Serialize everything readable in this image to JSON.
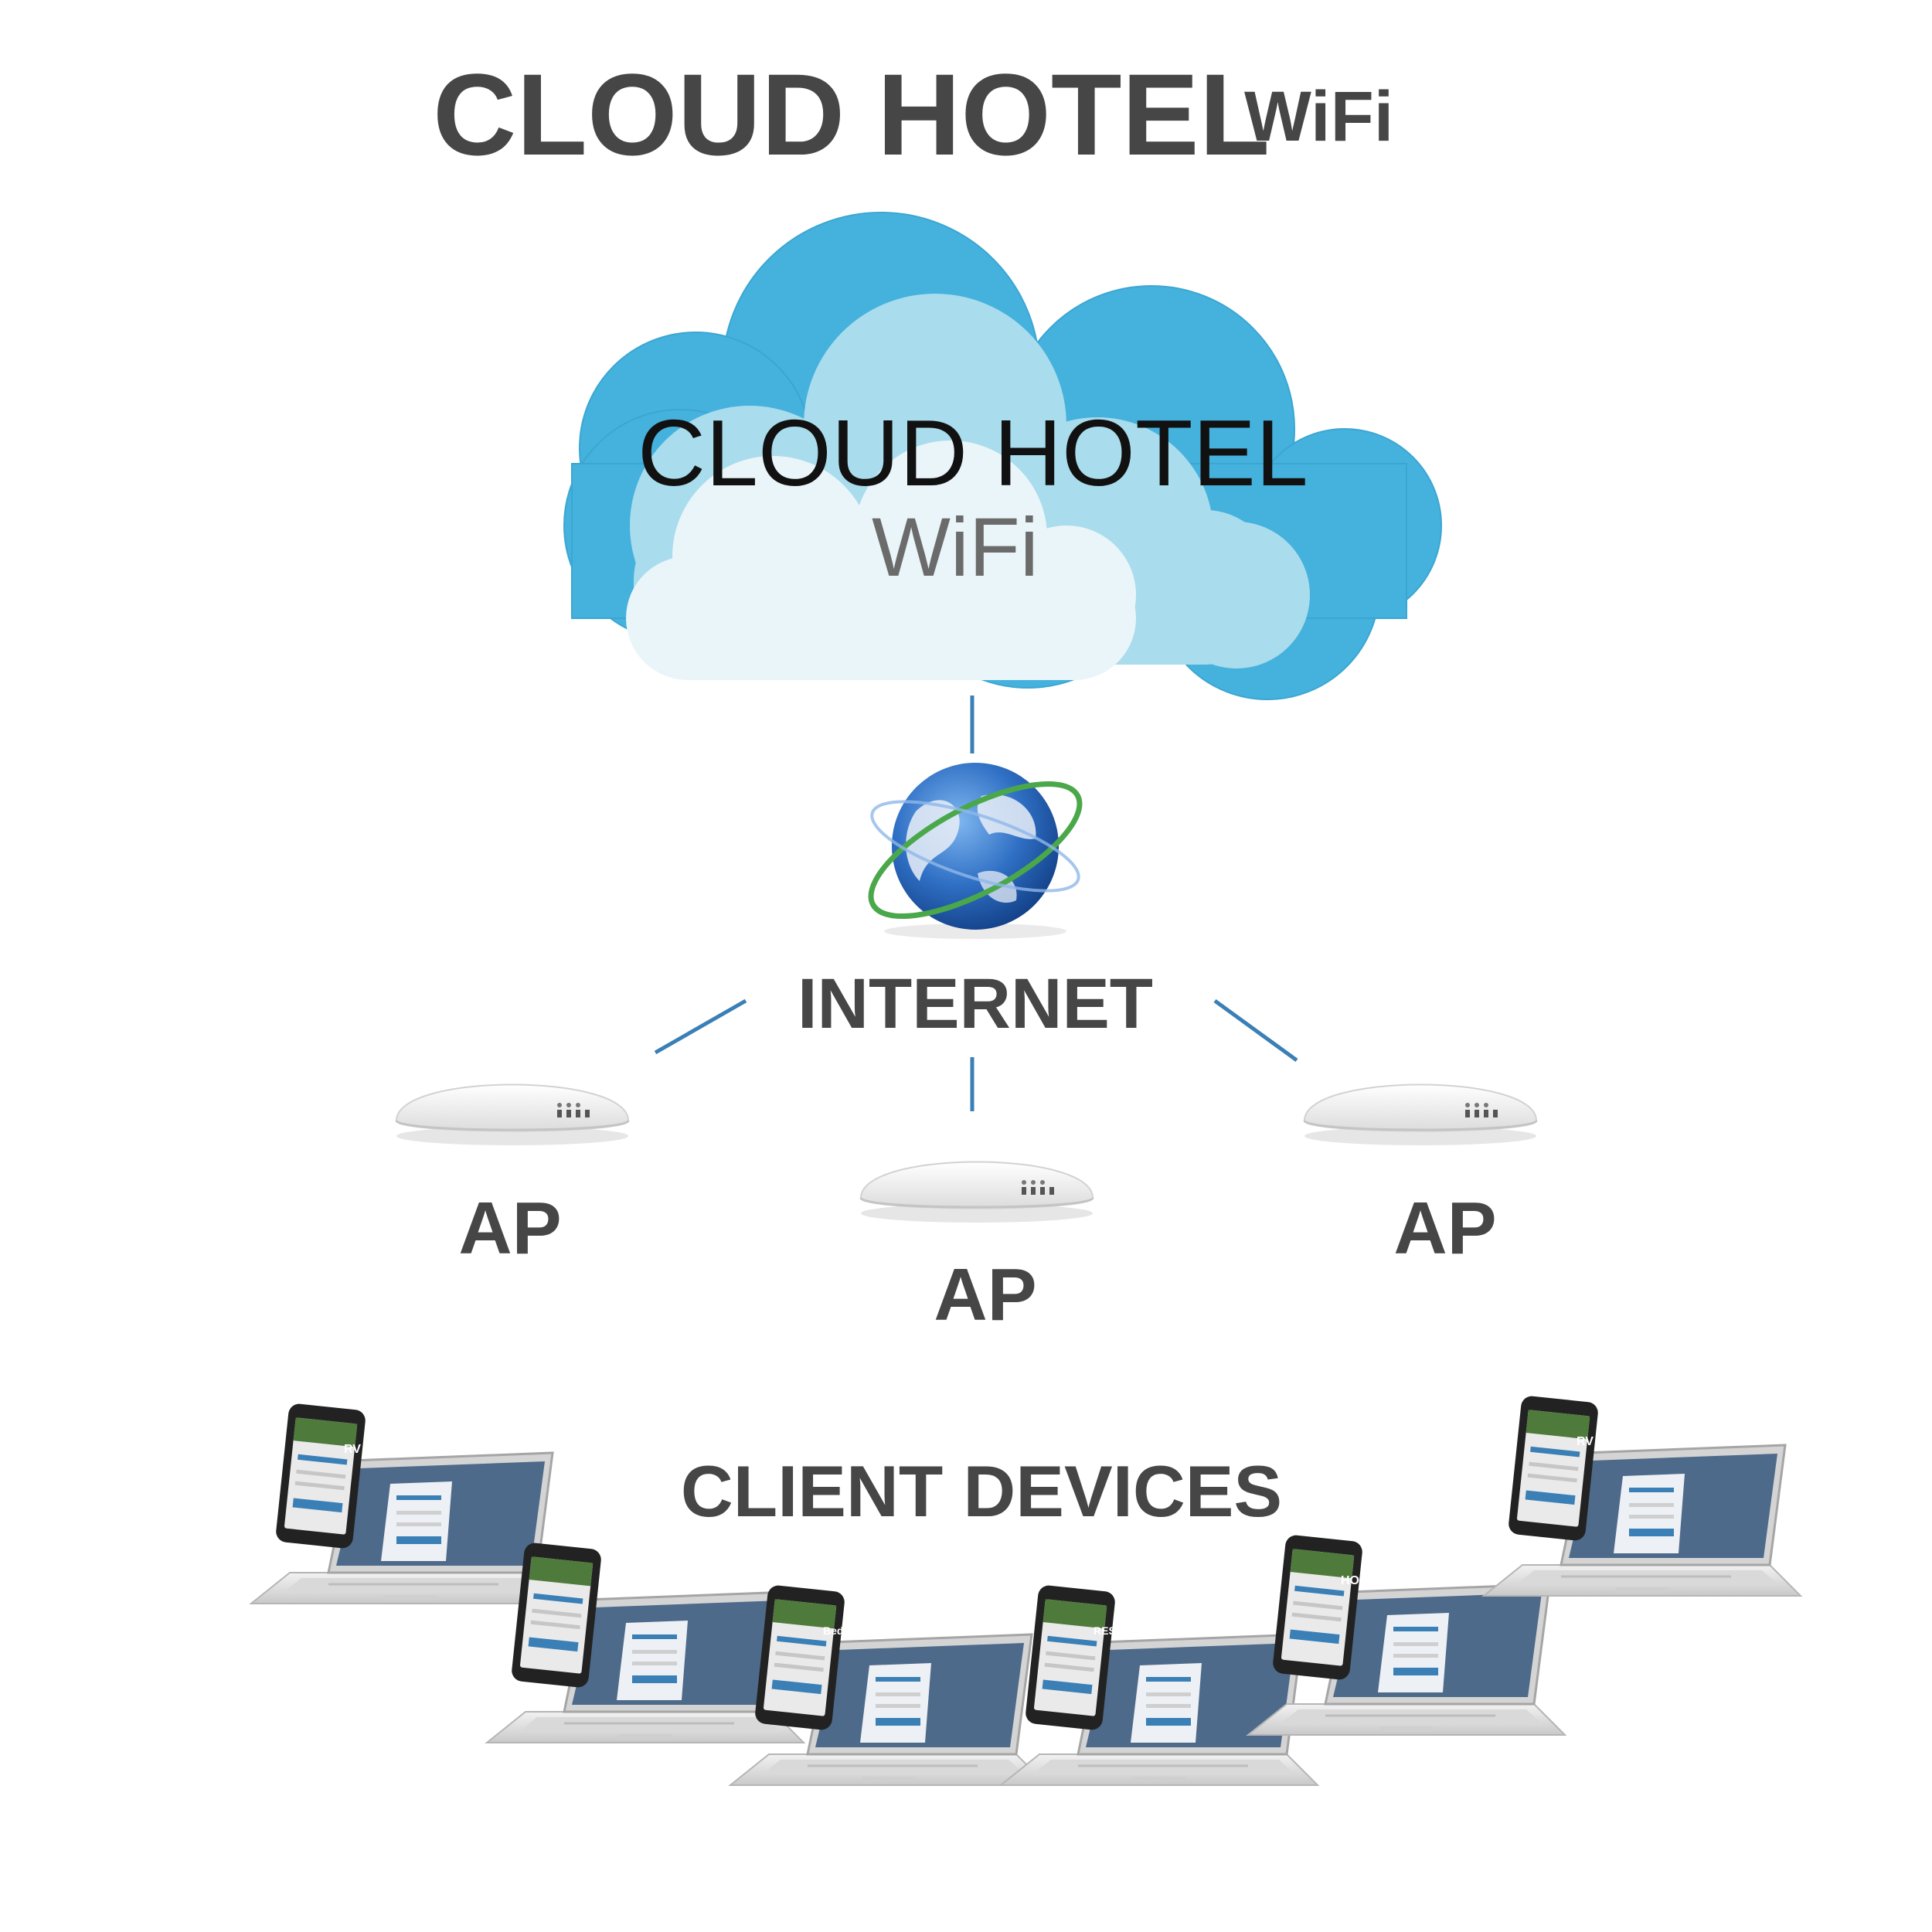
{
  "header": {
    "title_main": "CLOUD HOTEL",
    "title_sub": "WiFi"
  },
  "cloud": {
    "label_main": "CLOUD HOTEL",
    "label_sub": "WiFi",
    "colors": {
      "outer": "#45b1dd",
      "middle": "#a9dcec",
      "inner": "#eaf5fa"
    }
  },
  "internet": {
    "icon": "globe-icon",
    "label": "INTERNET"
  },
  "access_points": [
    {
      "label": "AP",
      "icon": "access-point-icon"
    },
    {
      "label": "AP",
      "icon": "access-point-icon"
    },
    {
      "label": "AP",
      "icon": "access-point-icon"
    }
  ],
  "clients": {
    "label": "CLIENT DEVICES",
    "devices": [
      {
        "icon": "laptop-tablet-icon",
        "screen_text": "RV PARK"
      },
      {
        "icon": "laptop-tablet-icon",
        "screen_text": ""
      },
      {
        "icon": "laptop-tablet-icon",
        "screen_text": "Bed&Breakfast"
      },
      {
        "icon": "laptop-tablet-icon",
        "screen_text": "RESTAURANT"
      },
      {
        "icon": "laptop-tablet-icon",
        "screen_text": "HOSTEL"
      },
      {
        "icon": "laptop-tablet-icon",
        "screen_text": "RV PARK"
      }
    ]
  },
  "colors": {
    "connector": "#3a7fb5",
    "text_dark": "#464646",
    "text_gray": "#6b6b6b"
  }
}
